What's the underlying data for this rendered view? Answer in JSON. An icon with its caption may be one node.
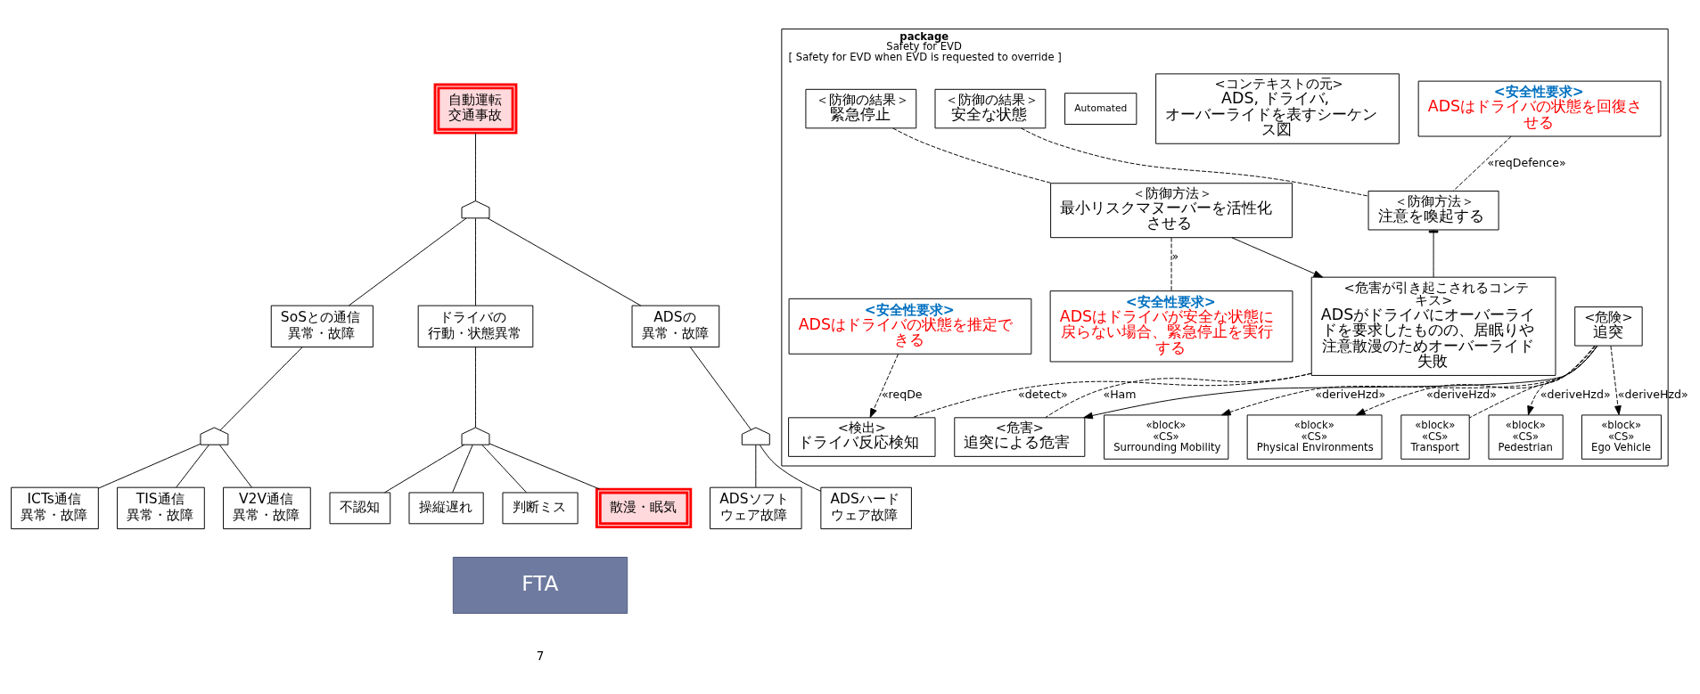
{
  "diagram": {
    "nodes": [
      {
        "text": [
          "自動運転交通事故"
        ]
      },
      {
        "text": [],
        "shape": "gate"
      },
      {
        "text": [
          "SoSとの通信異常・故障"
        ]
      },
      {
        "text": [
          "ドライバの行動・状態異常"
        ]
      },
      {
        "text": [
          "ADSの異常・故障"
        ]
      },
      {
        "text": [],
        "shape": "gate"
      },
      {
        "text": [],
        "shape": "gate"
      },
      {
        "text": [],
        "shape": "gate"
      },
      {
        "text": [
          "ICTs通信異常・故障"
        ]
      },
      {
        "text": [
          "不認知"
        ]
      },
      {
        "text": [
          "操縦遅れ"
        ]
      },
      {
        "text": [
          "ADSソフトウェア故障"
        ]
      },
      {
        "text": [
          "判断ミス"
        ]
      },
      {
        "text": [
          "散漫・眠気"
        ]
      },
      {
        "text": [
          "TIS通信異常・故障"
        ]
      },
      {
        "text": [
          "V2V通信異常・故障"
        ]
      },
      {
        "text": [
          "ADSハードウェア故障"
        ]
      },
      {
        "text": [
          "FTA"
        ]
      },
      {
        "text": [
          "package",
          "Safety for EVD",
          "[ Safety for EVD when EVD is requested to override ]"
        ]
      },
      {
        "text": [
          "«block»",
          "«CS»",
          "Surrounding Mobility"
        ],
        "in": 18
      },
      {
        "text": [
          "«block»",
          "«CS»",
          "Physical Environments"
        ],
        "in": 18
      },
      {
        "text": [
          "«block»",
          "«CS»",
          "Transport"
        ],
        "in": 18
      },
      {
        "text": [
          "<安全性要求>",
          "ADSはドライバの状態を回復させる"
        ],
        "in": 18
      },
      {
        "text": [
          "«block»",
          "«CS»",
          "Pedestrian"
        ],
        "in": 18
      },
      {
        "text": [
          "<コンテキストの元>",
          "ADS, ドライバ, オーバーライドを表すシーケンス図"
        ],
        "in": 18
      },
      {
        "text": [
          "<危険>",
          "追突"
        ],
        "in": 18
      },
      {
        "text": [
          "Automated"
        ],
        "in": 18
      },
      {
        "text": [
          "＜防御方法＞",
          "注意を喚起する"
        ],
        "in": 18
      },
      {
        "text": [
          "<危害が引き起こされるコンテキス>",
          "ADSがドライバにオーバーライドを要求したものの、居眠りや注意散漫のためオーバーライド失敗"
        ],
        "in": 18
      },
      {
        "text": [
          "«block»",
          "«CS»",
          "Ego Vehicle"
        ],
        "in": 18
      },
      {
        "text": [
          "＜防御の結果＞",
          "安全な状態"
        ],
        "in": 18
      },
      {
        "text": [
          "<危害>",
          "追突による危害"
        ],
        "in": 18
      },
      {
        "text": [
          "＜防御の結果＞",
          "緊急停止"
        ],
        "in": 18
      },
      {
        "text": [
          "<安全性要求>",
          "ADSはドライバの状態を推定できる"
        ],
        "in": 18
      },
      {
        "text": [
          "<検出>",
          "ドライバ反応検知"
        ],
        "in": 18
      },
      {
        "text": [
          "＜防御方法＞",
          "最小リスクマヌーバーを活性化させる"
        ],
        "in": 18
      },
      {
        "text": [
          "<安全性要求>",
          "ADSはドライバが安全な状態に戻らない場合、緊急停止を実行する"
        ],
        "in": 18
      }
    ],
    "edges": [
      {
        "from": 0,
        "to": 1,
        "arrow": "none"
      },
      {
        "from": 1,
        "to": 2,
        "arrow": "none"
      },
      {
        "from": 1,
        "to": 3,
        "arrow": "none"
      },
      {
        "from": 1,
        "to": 4,
        "arrow": "none"
      },
      {
        "from": 2,
        "to": 5,
        "arrow": "none"
      },
      {
        "from": 5,
        "to": 8,
        "arrow": "none"
      },
      {
        "from": 5,
        "to": 14,
        "arrow": "none"
      },
      {
        "from": 5,
        "to": 15,
        "arrow": "none"
      },
      {
        "from": 3,
        "to": 6,
        "arrow": "none"
      },
      {
        "from": 6,
        "to": 9,
        "arrow": "none"
      },
      {
        "from": 6,
        "to": 12,
        "arrow": "none"
      },
      {
        "from": 6,
        "to": 10,
        "arrow": "none"
      },
      {
        "from": 6,
        "to": 13,
        "arrow": "none"
      },
      {
        "from": 4,
        "to": 7,
        "arrow": "none"
      },
      {
        "from": 7,
        "to": 11,
        "arrow": "none"
      },
      {
        "from": 7,
        "to": 16,
        "arrow": "none"
      },
      {
        "from": 25,
        "to": 19,
        "arrow": "to",
        "style": "dashed",
        "label": "«deriveHzd»"
      },
      {
        "from": 25,
        "to": 20,
        "arrow": "to",
        "style": "dashed",
        "label": "«deriveHzd»"
      },
      {
        "from": 25,
        "to": 23,
        "arrow": "to",
        "style": "dashed",
        "label": "«deriveHzd»"
      },
      {
        "from": 25,
        "to": 29,
        "arrow": "to",
        "style": "dashed",
        "label": "«deriveHzd»"
      },
      {
        "from": 25,
        "to": 21,
        "arrow": "none",
        "style": "dashed"
      },
      {
        "from": 25,
        "to": 31,
        "arrow": "to"
      },
      {
        "from": 28,
        "to": 31,
        "arrow": "none",
        "style": "dashed",
        "label": "«Ham"
      },
      {
        "from": 28,
        "to": 34,
        "arrow": "none",
        "style": "dashed",
        "label": "«detect»"
      },
      {
        "from": 35,
        "to": 28,
        "arrow": "to"
      },
      {
        "from": 32,
        "to": 35,
        "arrow": "none",
        "style": "dashed"
      },
      {
        "from": 33,
        "to": 34,
        "arrow": "to",
        "style": "dashed",
        "label": "«reqDe"
      },
      {
        "from": 35,
        "to": 36,
        "arrow": "none",
        "style": "dashed",
        "label": "»"
      },
      {
        "from": 27,
        "to": 28,
        "arrow": "other"
      },
      {
        "from": 30,
        "to": 27,
        "arrow": "none",
        "style": "dashed"
      },
      {
        "from": 22,
        "to": 27,
        "arrow": "none",
        "style": "dashed",
        "label": "«reqDefence»"
      }
    ],
    "labels": [
      "7"
    ]
  }
}
